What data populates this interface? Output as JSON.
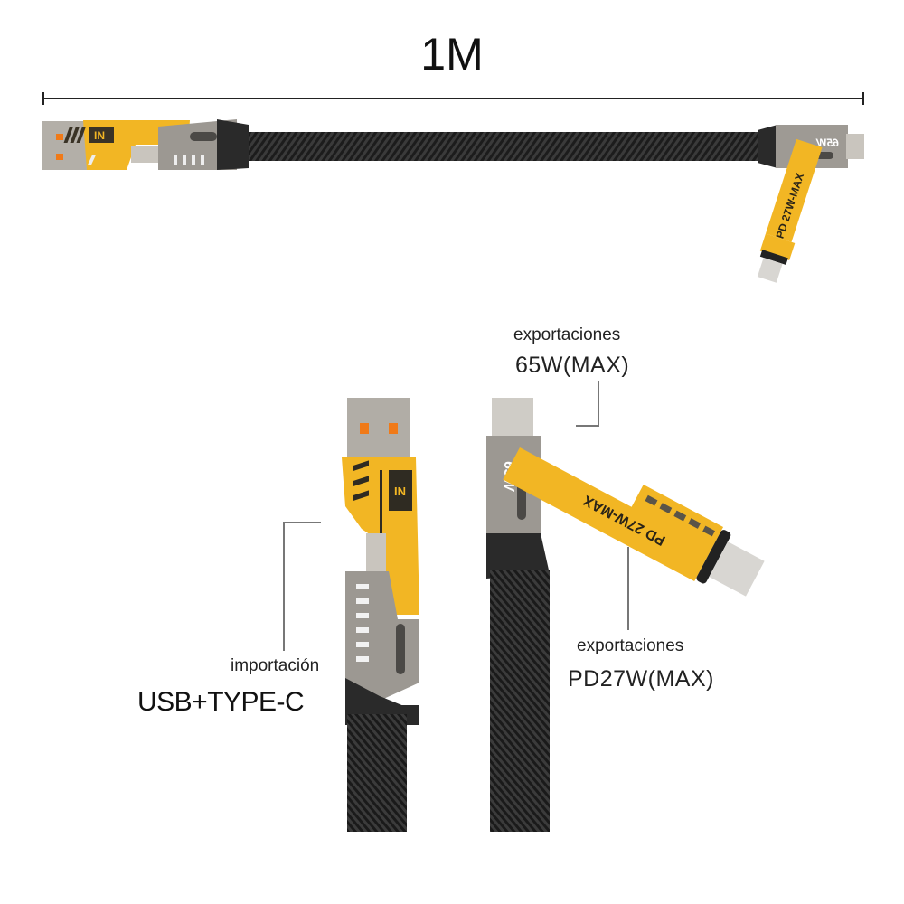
{
  "length_label": "1M",
  "top_cable": {
    "left_connector": {
      "type": "USB-A + Type-C",
      "badge": "IN"
    },
    "right_connector": {
      "type": "Type-C",
      "badge": "65W"
    },
    "dangling_adapter": {
      "type": "Lightning",
      "text": "PD 27W-MAX"
    }
  },
  "callouts": {
    "output_c": {
      "line1": "exportaciones",
      "line2": "65W(MAX)"
    },
    "input": {
      "line1": "importación",
      "line2": "USB+TYPE-C"
    },
    "output_lightning": {
      "line1": "exportaciones",
      "line2": "PD27W(MAX)"
    }
  },
  "bottom_left_connector": {
    "badge": "IN"
  },
  "bottom_right_connector": {
    "badge": "65W",
    "adapter_text": "PD 27W-MAX"
  },
  "colors": {
    "yellow": "#F2B624",
    "metal": "#A7A39C",
    "dark_metal": "#6E6C68",
    "cable": "#1E1E1E",
    "orange_pin": "#F07A18"
  }
}
